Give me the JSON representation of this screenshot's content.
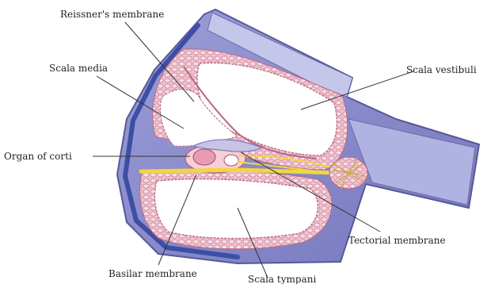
{
  "labels": {
    "reissner": "Reissner's membrane",
    "scala_media": "Scala media",
    "scala_vestibuli": "Scala vestibuli",
    "organ_of_corti": "Organ of corti",
    "tectorial": "Tectorial membrane",
    "basilar": "Basilar membrane",
    "scala_tympani": "Scala tympani"
  },
  "colors": {
    "bone": "#7d7fc4",
    "bone_light": "#a6a8de",
    "membrane_cells": "#f0c2cf",
    "cell_outline": "#b86880",
    "nerve": "#f2d640",
    "leader": "#333333",
    "cavity": "#ffffff"
  }
}
